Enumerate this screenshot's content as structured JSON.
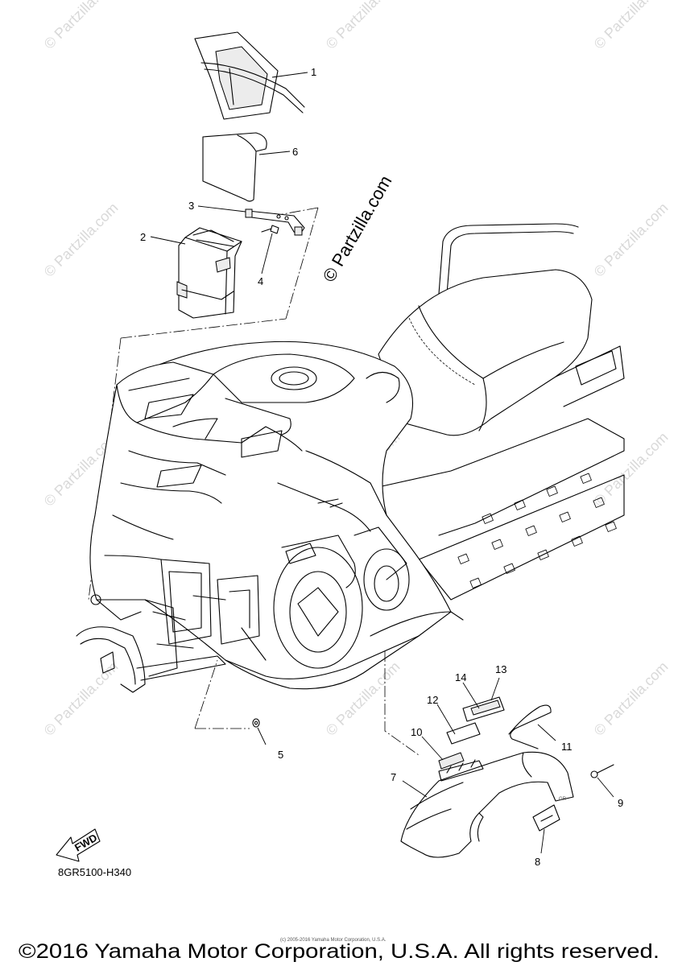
{
  "watermarks": {
    "repeat_text": "© Partzilla.com",
    "main_text": "© Partzilla.com"
  },
  "callouts": [
    "1",
    "2",
    "3",
    "4",
    "5",
    "6",
    "7",
    "8",
    "9",
    "10",
    "11",
    "12",
    "13",
    "14"
  ],
  "fwd_label": "FWD",
  "diagram_code": "8GR5100-H340",
  "small_print": "(c) 2005-2016 Yamaha Motor Corporation, U.S.A.",
  "footer": "©2016 Yamaha Motor Corporation, U.S.A. All rights reserved."
}
